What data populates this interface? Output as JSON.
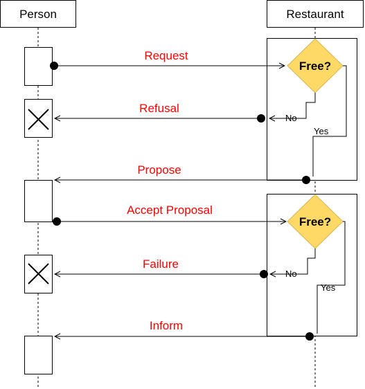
{
  "colors": {
    "message": "#ff0000",
    "decision": "#ffd966",
    "decision_border": "#d6b656"
  },
  "participants": {
    "person": "Person",
    "restaurant": "Restaurant"
  },
  "messages": {
    "request": "Request",
    "refusal": "Refusal",
    "propose": "Propose",
    "accept": "Accept Proposal",
    "failure": "Failure",
    "inform": "Inform"
  },
  "decisions": {
    "first": {
      "label": "Free?",
      "no": "No",
      "yes": "Yes"
    },
    "second": {
      "label": "Free?",
      "no": "No",
      "yes": "Yes"
    }
  },
  "icons": [
    "cross-icon",
    "cross-icon"
  ]
}
